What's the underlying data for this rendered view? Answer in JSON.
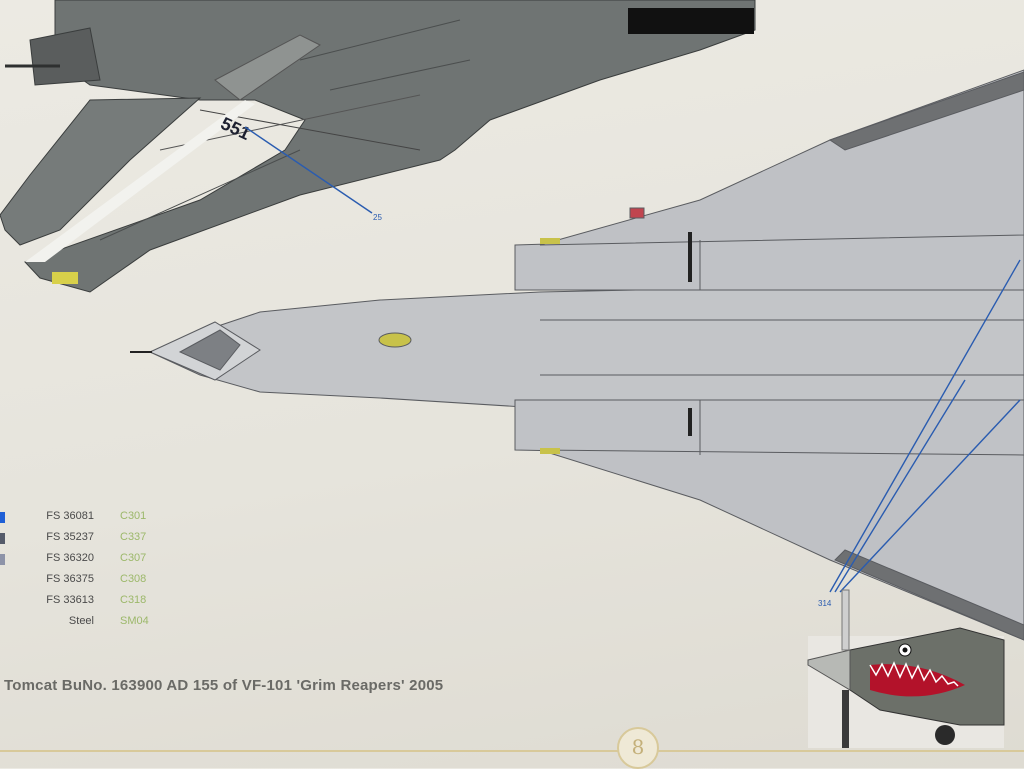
{
  "tail_number": "551",
  "callouts": [
    {
      "label": "25"
    },
    {
      "label": "314"
    }
  ],
  "color_legend": [
    {
      "fs": "FS 36081",
      "code": "C301",
      "chip": "#1f5fd6"
    },
    {
      "fs": "FS 35237",
      "code": "C337",
      "chip": "#555b6a"
    },
    {
      "fs": "FS 36320",
      "code": "C307",
      "chip": "#8d93a8"
    },
    {
      "fs": "FS 36375",
      "code": "C308",
      "chip": ""
    },
    {
      "fs": "FS 33613",
      "code": "C318",
      "chip": ""
    },
    {
      "fs": "Steel",
      "code": "SM04",
      "chip": ""
    }
  ],
  "caption": "Tomcat BuNo. 163900 AD 155 of VF-101 'Grim Reapers'  2005",
  "page_number": "8",
  "colors": {
    "dark_gray": "#6f7473",
    "light_gray": "#c3c5c8",
    "callout_blue": "#2a5cb0",
    "code_green": "#9cb86a",
    "gold": "#d8c99a"
  }
}
